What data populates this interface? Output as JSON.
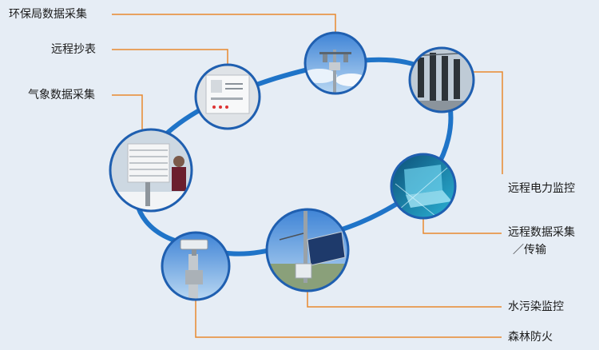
{
  "colors": {
    "background": "#e6edf5",
    "ring": "#1f74c8",
    "connector": "#e8892e",
    "node_border": "#1f5fb0",
    "text": "#1a1a1a"
  },
  "nodes": [
    {
      "id": "env",
      "label": "环保局数据采集",
      "icon": "weather-mast-sky-photo"
    },
    {
      "id": "meter",
      "label": "远程抄表",
      "icon": "electric-meter-panel-photo"
    },
    {
      "id": "weather",
      "label": "气象数据采集",
      "icon": "louvered-weather-box-photo"
    },
    {
      "id": "power",
      "label": "远程电力监控",
      "icon": "substation-insulators-photo"
    },
    {
      "id": "transfer",
      "label_lines": [
        "远程数据采集",
        "／传输"
      ],
      "icon": "digital-laptop-photo"
    },
    {
      "id": "water",
      "label": "水污染监控",
      "icon": "solar-monitoring-station-photo"
    },
    {
      "id": "forest",
      "label": "森林防火",
      "icon": "surveillance-camera-tower-photo"
    }
  ]
}
